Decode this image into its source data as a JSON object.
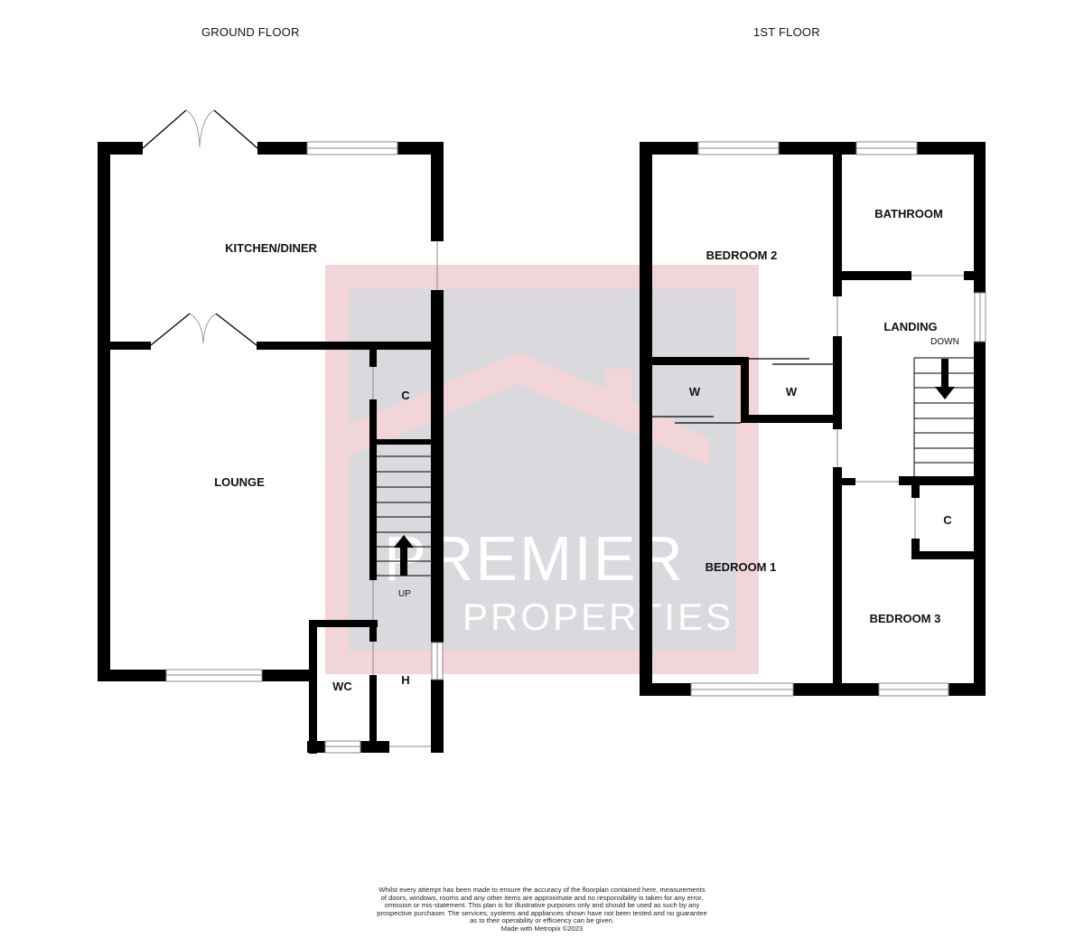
{
  "floors": {
    "ground": {
      "title": "GROUND FLOOR",
      "rooms": {
        "kitchen_diner": "KITCHEN/DINER",
        "lounge": "LOUNGE",
        "cupboard": "C",
        "wc": "WC",
        "hall": "H"
      },
      "stairs_label": "UP"
    },
    "first": {
      "title": "1ST FLOOR",
      "rooms": {
        "bedroom_2": "BEDROOM 2",
        "bathroom": "BATHROOM",
        "landing": "LANDING",
        "wardrobe_1": "W",
        "wardrobe_2": "W",
        "bedroom_1": "BEDROOM 1",
        "cupboard": "C",
        "bedroom_3": "BEDROOM 3"
      },
      "stairs_label": "DOWN"
    }
  },
  "watermark": {
    "line1": "PREMIER",
    "line2": "PROPERTIES",
    "outer_color": "#f2d5d8",
    "inner_color": "#d9d9de"
  },
  "disclaimer": {
    "lines": [
      "Whilst every attempt has been made to ensure the accuracy of the floorplan contained here, measurements",
      "of doors, windows, rooms and any other items are approximate and no responsibility is taken for any error,",
      "omission or mis-statement. This plan is for illustrative purposes only and should be used as such by any",
      "prospective purchaser. The services, systems and appliances shown have not been tested and no guarantee",
      "as to their operability or efficiency can be given."
    ],
    "credit": "Made with Metropix ©2023"
  },
  "colors": {
    "wall": "#000000",
    "window_line": "#888888",
    "background": "#ffffff"
  }
}
